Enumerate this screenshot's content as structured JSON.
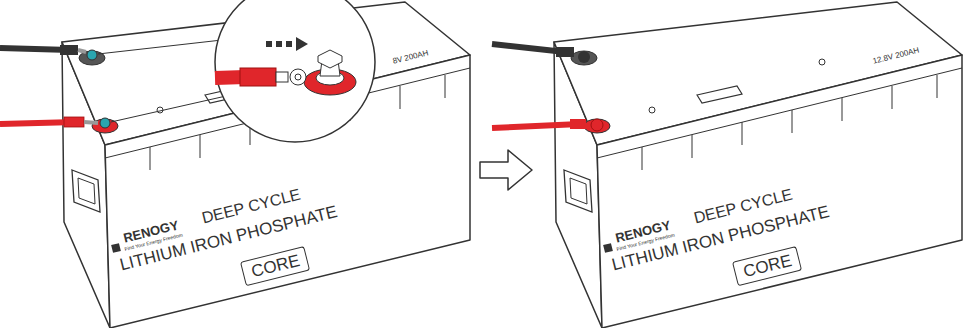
{
  "diagram": {
    "nodes": [
      {
        "text": [
          "CORE"
        ]
      },
      {
        "text": [
          "CORE"
        ]
      }
    ],
    "labels": [
      "RENOGY",
      "Find Your Energy Freedom",
      "DEEP CYCLE",
      "LITHIUM IRON PHOSPHATE",
      "8V 200AH",
      "RENOGY",
      "Find Your Energy Freedom",
      "DEEP CYCLE",
      "LITHIUM IRON PHOSPHATE",
      "12.8V 200AH"
    ]
  }
}
